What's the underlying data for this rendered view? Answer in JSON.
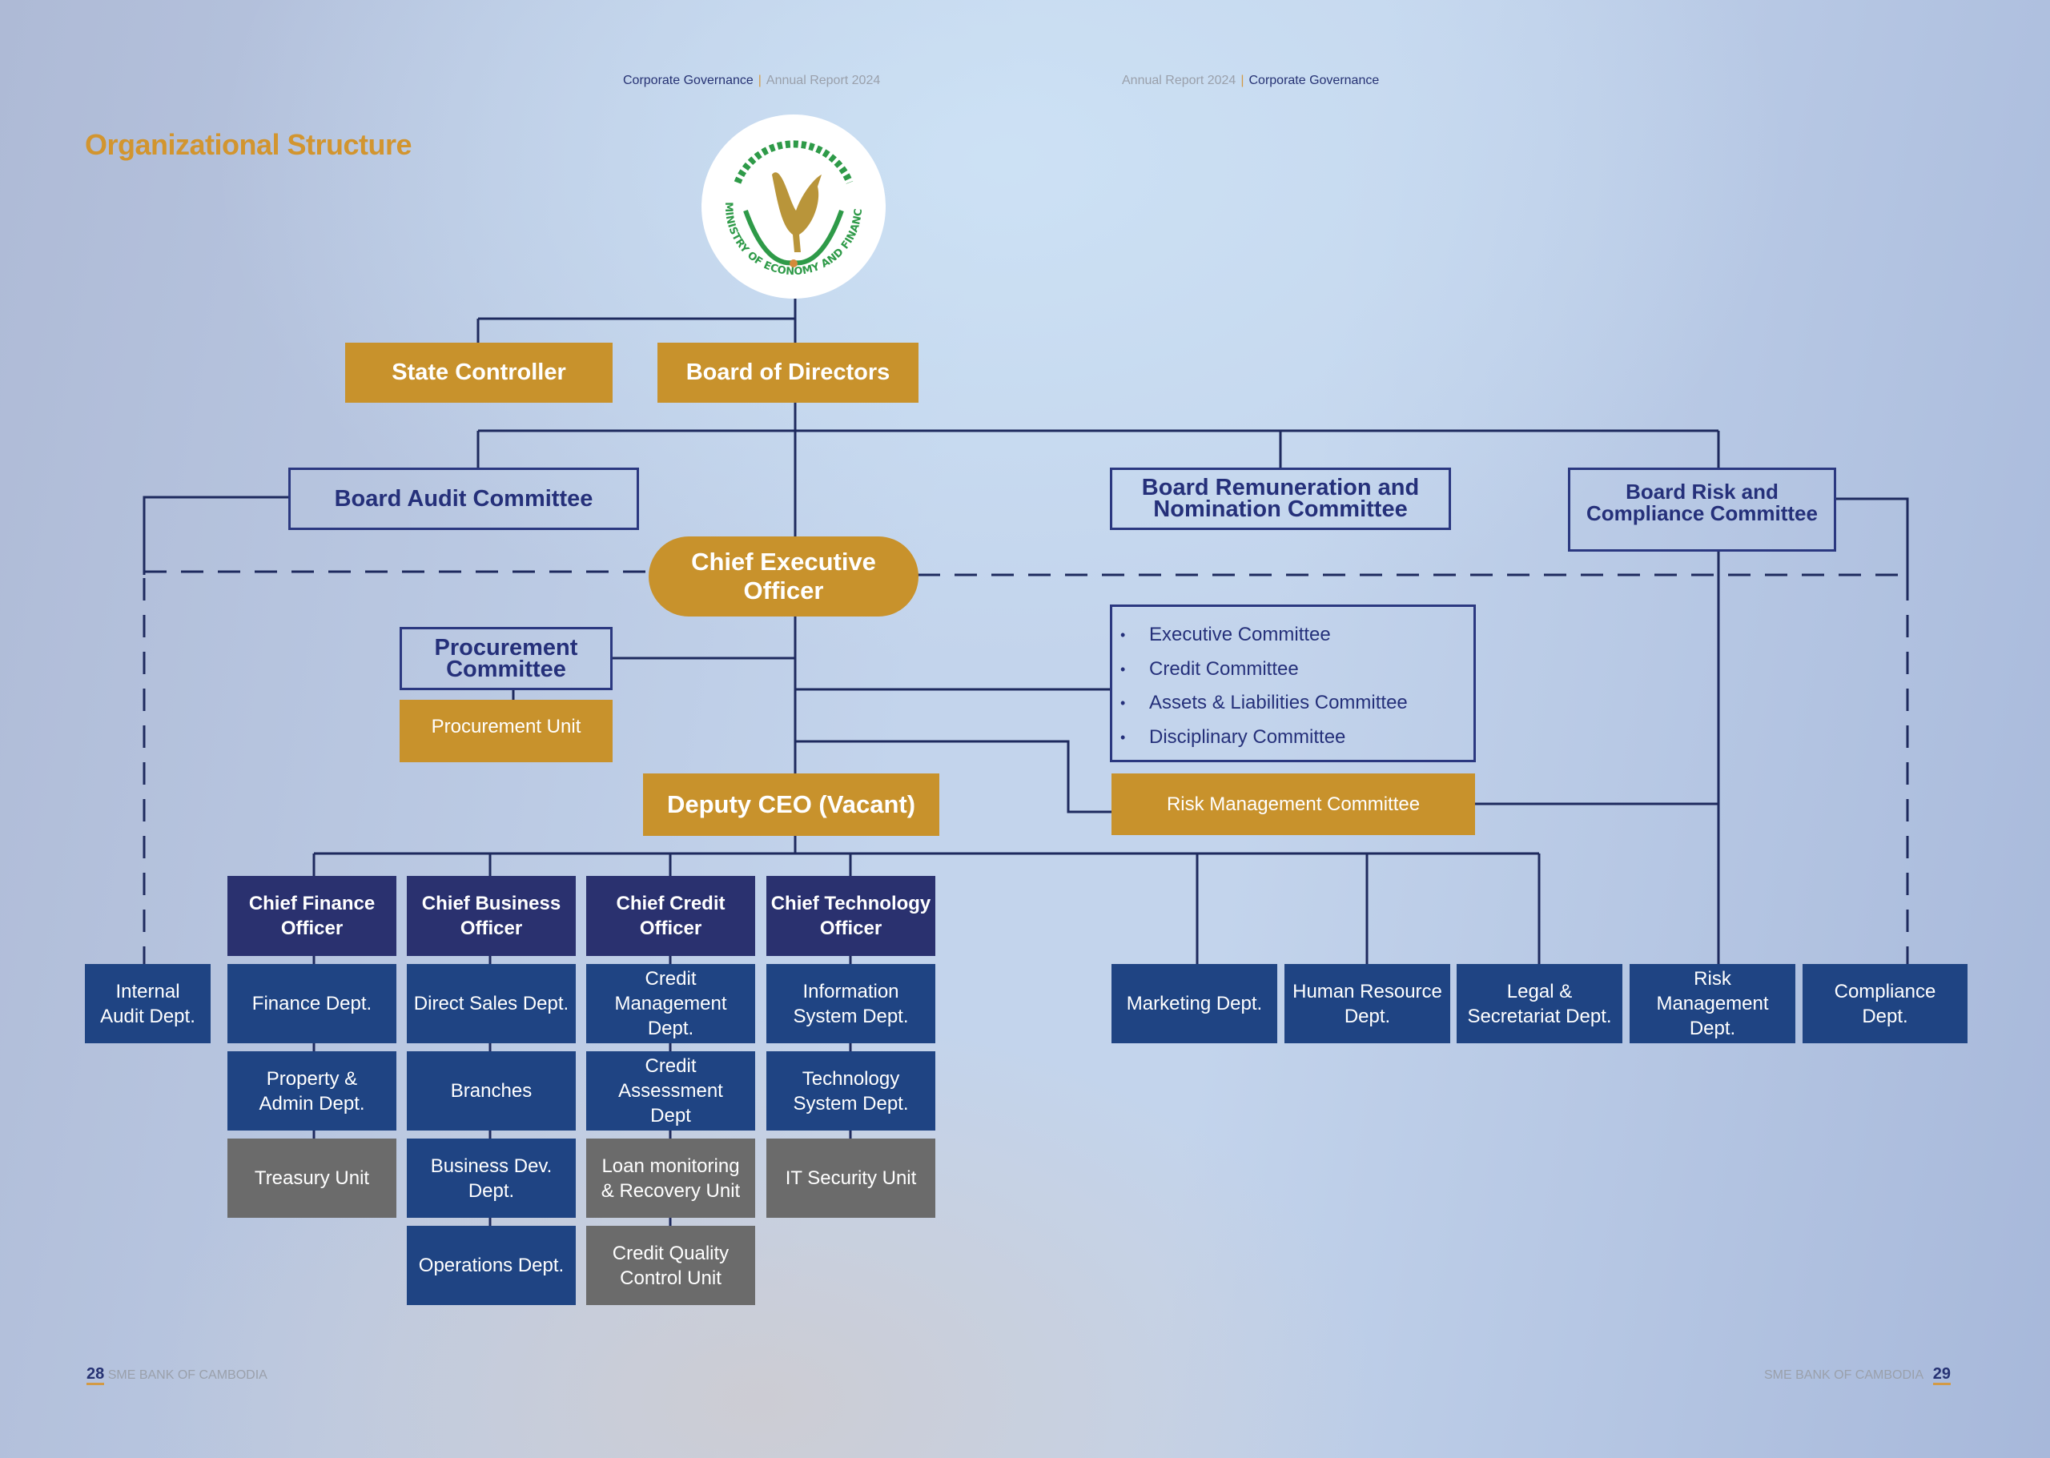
{
  "header": {
    "left": {
      "section": "Corporate Governance",
      "report": "Annual Report 2024"
    },
    "right": {
      "report": "Annual Report 2024",
      "section": "Corporate Governance"
    }
  },
  "page_title": "Organizational Structure",
  "logo": {
    "icon": "ministry-of-economy-and-finance-seal",
    "text": "MINISTRY OF ECONOMY AND FINANCE",
    "colors": {
      "bird": "#b9953a",
      "text": "#2e9a48"
    }
  },
  "colors": {
    "gold": "#c8922c",
    "navy": "#2a316f",
    "blue": "#1f4483",
    "gray": "#6b6b6b",
    "line": "#1e2a5e",
    "title": "#d2952f"
  },
  "top": {
    "state_controller": "State Controller",
    "board_of_directors": "Board of Directors"
  },
  "board_committees": {
    "audit": "Board Audit Committee",
    "remuneration_l1": "Board Remuneration and",
    "remuneration_l2": "Nomination Committee",
    "risk_l1": "Board Risk and",
    "risk_l2": "Compliance Committee"
  },
  "ceo": {
    "l1": "Chief Executive",
    "l2": "Officer"
  },
  "procurement": {
    "committee_l1": "Procurement",
    "committee_l2": "Committee",
    "unit": "Procurement Unit"
  },
  "management_committees": [
    "Executive Committee",
    "Credit Committee",
    "Assets & Liabilities Committee",
    "Disciplinary Committee"
  ],
  "risk_management_committee": "Risk Management Committee",
  "deputy_ceo": "Deputy CEO (Vacant)",
  "chiefs": [
    {
      "title_l1": "Chief Finance",
      "title_l2": "Officer",
      "units": [
        {
          "l1": "Finance Dept.",
          "l2": "",
          "type": "dept"
        },
        {
          "l1": "Property &",
          "l2": "Admin Dept.",
          "type": "dept"
        },
        {
          "l1": "Treasury Unit",
          "l2": "",
          "type": "unit"
        }
      ]
    },
    {
      "title_l1": "Chief Business",
      "title_l2": "Officer",
      "units": [
        {
          "l1": "Direct Sales Dept.",
          "l2": "",
          "type": "dept"
        },
        {
          "l1": "Branches",
          "l2": "",
          "type": "dept"
        },
        {
          "l1": "Business Dev.",
          "l2": "Dept.",
          "type": "dept"
        },
        {
          "l1": "Operations Dept.",
          "l2": "",
          "type": "dept"
        }
      ]
    },
    {
      "title_l1": "Chief Credit",
      "title_l2": "Officer",
      "units": [
        {
          "l1": "Credit",
          "l2": "Management",
          "l3": "Dept.",
          "type": "dept"
        },
        {
          "l1": "Credit",
          "l2": "Assessment",
          "l3": "Dept",
          "type": "dept"
        },
        {
          "l1": "Loan monitoring",
          "l2": "& Recovery Unit",
          "type": "unit"
        },
        {
          "l1": "Credit Quality",
          "l2": "Control Unit",
          "type": "unit"
        }
      ]
    },
    {
      "title_l1": "Chief Technology",
      "title_l2": "Officer",
      "units": [
        {
          "l1": "Information",
          "l2": "System Dept.",
          "type": "dept"
        },
        {
          "l1": "Technology",
          "l2": "System Dept.",
          "type": "dept"
        },
        {
          "l1": "IT Security Unit",
          "l2": "",
          "type": "unit"
        }
      ]
    }
  ],
  "internal_audit": {
    "l1": "Internal",
    "l2": "Audit Dept."
  },
  "right_depts": [
    {
      "l1": "Marketing Dept.",
      "l2": ""
    },
    {
      "l1": "Human Resource",
      "l2": "Dept."
    },
    {
      "l1": "Legal &",
      "l2": "Secretariat Dept."
    },
    {
      "l1": "Risk",
      "l2": "Management",
      "l3": "Dept."
    },
    {
      "l1": "Compliance",
      "l2": "Dept."
    }
  ],
  "footer": {
    "left": {
      "page": "28",
      "text": "SME BANK OF CAMBODIA"
    },
    "right": {
      "text": "SME BANK OF CAMBODIA",
      "page": "29"
    }
  }
}
